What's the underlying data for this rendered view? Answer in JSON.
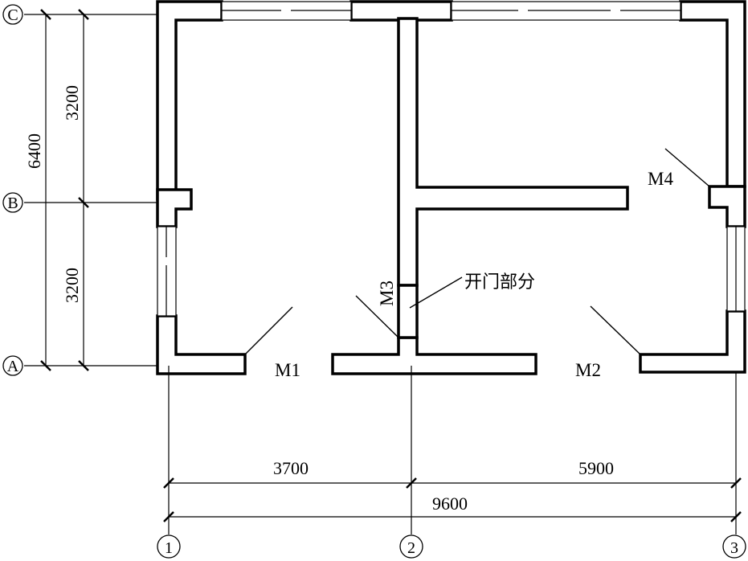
{
  "axes": {
    "horizontal": [
      {
        "id": "C",
        "label": "C"
      },
      {
        "id": "B",
        "label": "B"
      },
      {
        "id": "A",
        "label": "A"
      }
    ],
    "vertical": [
      {
        "id": "1",
        "label": "1"
      },
      {
        "id": "2",
        "label": "2"
      },
      {
        "id": "3",
        "label": "3"
      }
    ]
  },
  "dimensions": {
    "left_total": "6400",
    "left_upper": "3200",
    "left_lower": "3200",
    "bottom_span_1_2": "3700",
    "bottom_span_2_3": "5900",
    "bottom_total": "9600"
  },
  "doors": {
    "m1": "M1",
    "m2": "M2",
    "m3": "M3",
    "m4": "M4"
  },
  "note": "开门部分"
}
